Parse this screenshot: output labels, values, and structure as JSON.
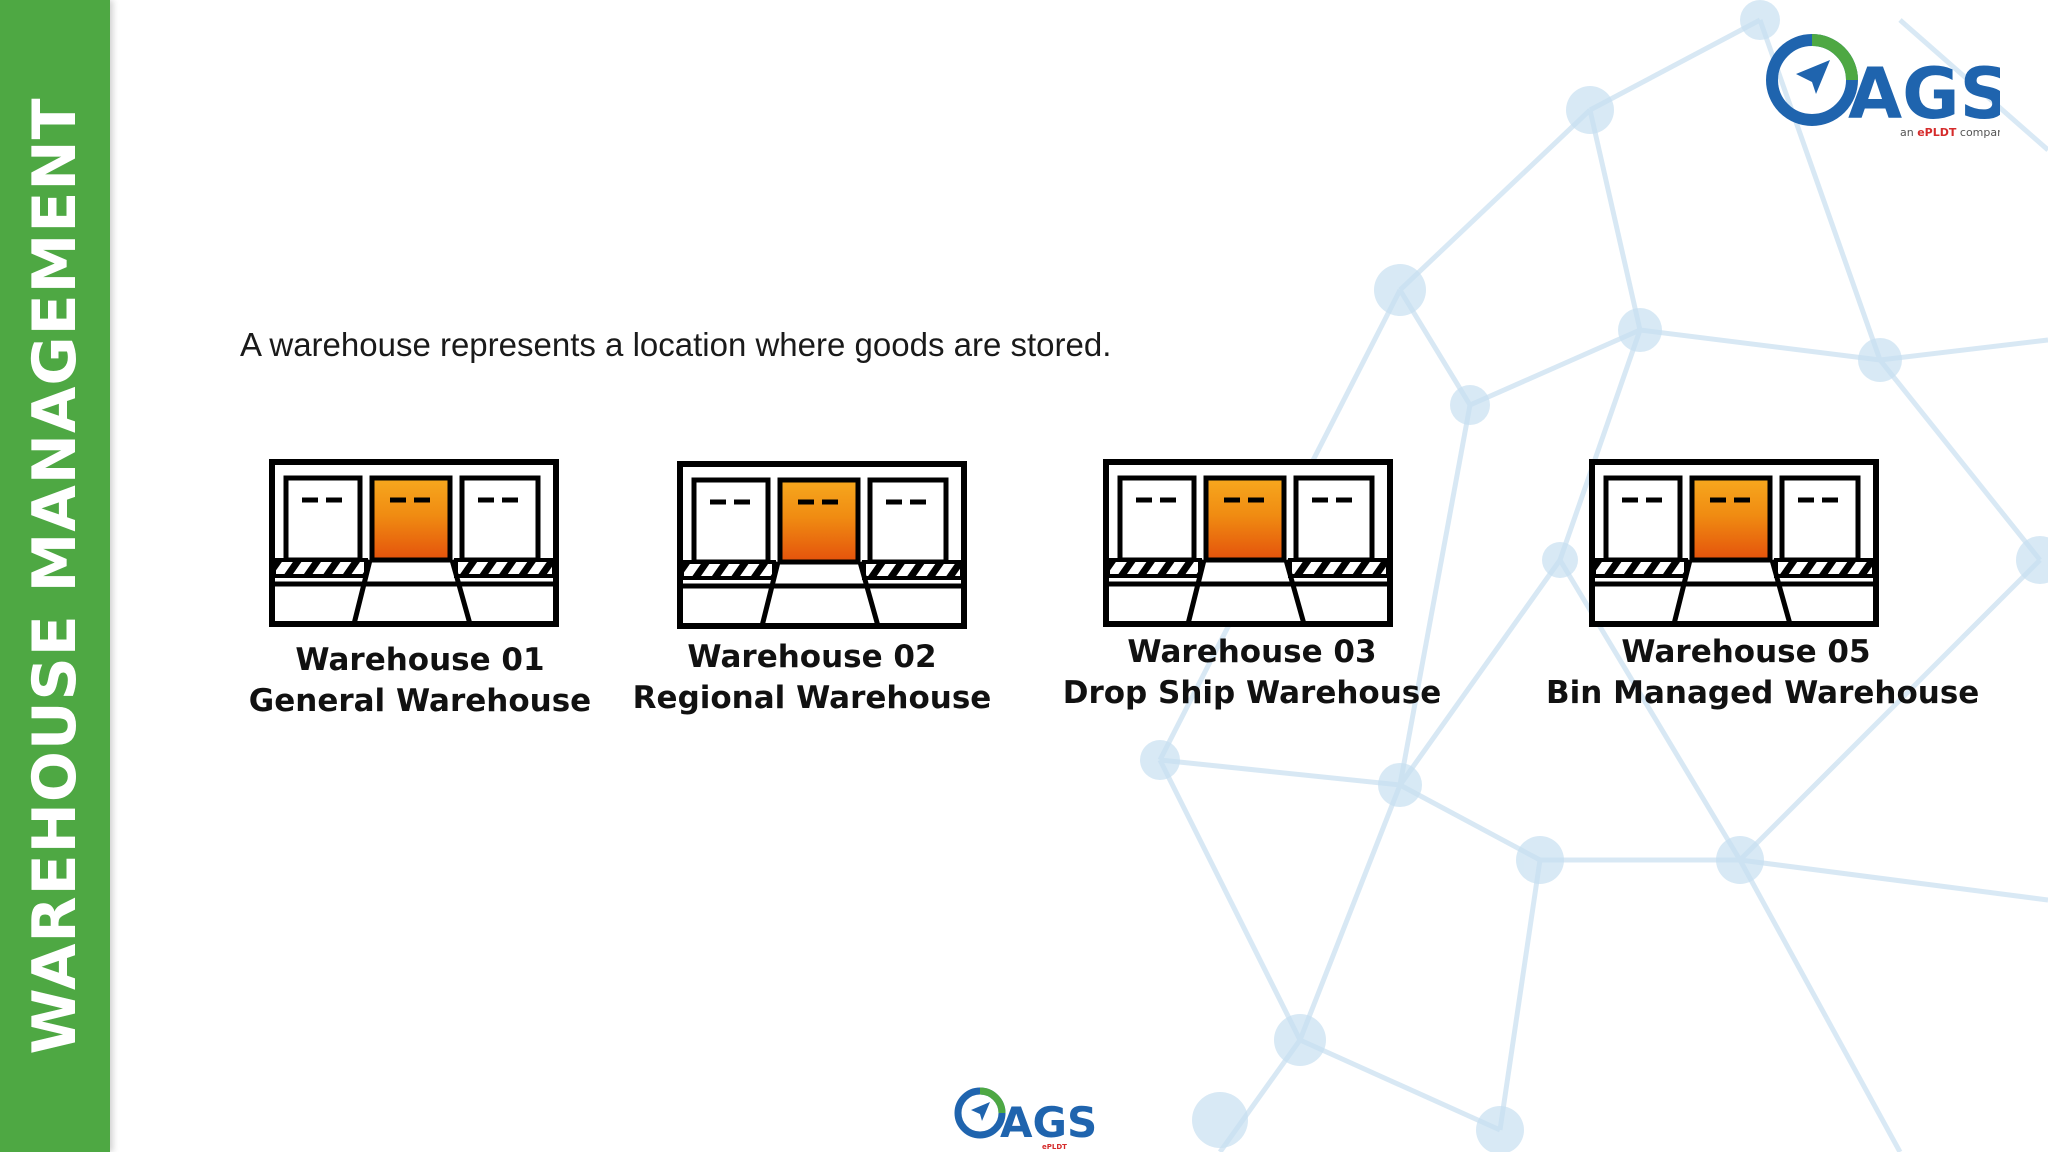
{
  "sidebar": {
    "title": "WAREHOUSE MANAGEMENT"
  },
  "intro_text": "A warehouse represents a location where goods are stored.",
  "logo": {
    "word": "AGS",
    "tag_prefix": "an",
    "tag_brand": "ePLDT",
    "tag_suffix": "company"
  },
  "colors": {
    "sidebar_green": "#4ea843",
    "logo_blue": "#1f64ae",
    "door_orange": "#f08c12",
    "network_blue": "#a9cde6"
  },
  "warehouses": [
    {
      "code": "Warehouse 01",
      "type": "General Warehouse",
      "icon": "warehouse-icon"
    },
    {
      "code": "Warehouse 02",
      "type": "Regional Warehouse",
      "icon": "warehouse-icon"
    },
    {
      "code": "Warehouse 03",
      "type": "Drop Ship Warehouse",
      "icon": "warehouse-icon"
    },
    {
      "code": "Warehouse 05",
      "type": "Bin Managed Warehouse",
      "icon": "warehouse-icon"
    }
  ]
}
